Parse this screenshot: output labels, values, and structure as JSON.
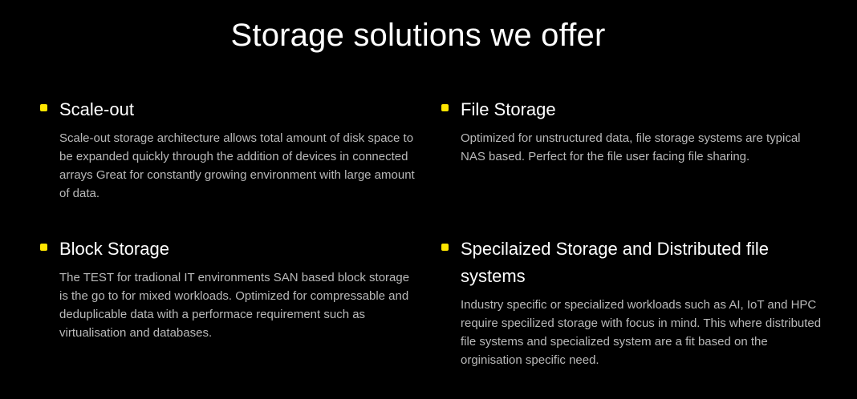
{
  "title": "Storage solutions we offer",
  "colors": {
    "background": "#000000",
    "bullet": "#ffe600",
    "heading": "#ffffff",
    "description": "#b9b9b9"
  },
  "solutions": [
    {
      "heading": "Scale-out",
      "description": "Scale-out storage architecture allows total amount of disk space to be expanded quickly through the addition of devices in connected arrays Great for constantly growing environment with large amount of data."
    },
    {
      "heading": "File Storage",
      "description": "Optimized for unstructured data, file storage systems are typical NAS based. Perfect for the file user facing file sharing."
    },
    {
      "heading": "Block Storage",
      "description": "The TEST for tradional IT environments  SAN based block storage is the go to for mixed workloads. Optimized for compressable and deduplicable data  with a performace requirement such as virtualisation and databases."
    },
    {
      "heading": "Specilaized Storage and Distributed file systems",
      "description": "Industry specific or specialized workloads such as AI, IoT and HPC require specilized storage with focus in mind. This where distributed file systems and specialized system are a fit based on the orginisation specific need."
    }
  ]
}
